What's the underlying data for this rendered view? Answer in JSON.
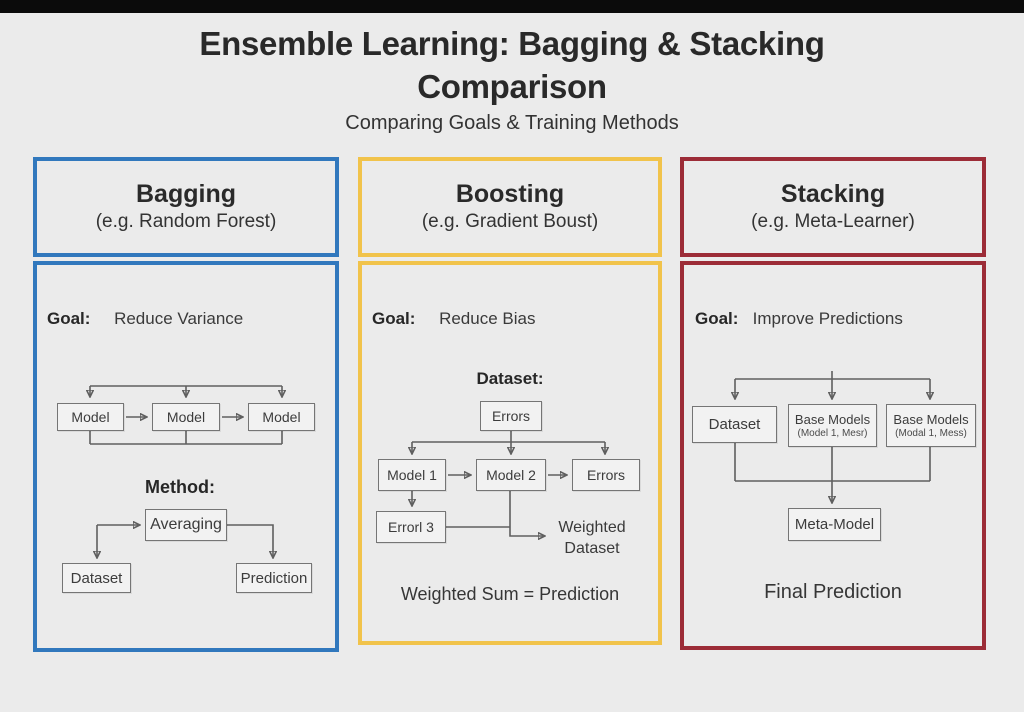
{
  "page": {
    "title_line1": "Ensemble Learning: Bagging & Stacking",
    "title_line2": "Comparison",
    "subtitle": "Comparing Goals & Training Methods"
  },
  "colors": {
    "background": "#ebebeb",
    "top_bar": "#0b0b0b",
    "bagging_border": "#3178bd",
    "boosting_border": "#f1c34b",
    "stacking_border": "#9c2c37",
    "connector_line": "#5f5f5f"
  },
  "panels": {
    "bagging": {
      "title": "Bagging",
      "example": "(e.g. Random Forest)",
      "goal_label": "Goal:",
      "goal_value": "Reduce Variance",
      "model1": "Model",
      "model2": "Model",
      "model3": "Model",
      "method_label": "Method:",
      "averaging": "Averaging",
      "dataset": "Dataset",
      "prediction": "Prediction"
    },
    "boosting": {
      "title": "Boosting",
      "example": "(e.g. Gradient Boust)",
      "goal_label": "Goal:",
      "goal_value": "Reduce Bias",
      "dataset_label": "Dataset:",
      "errors_top": "Errors",
      "row1": "Model 1",
      "row2": "Model 2",
      "row3": "Errors",
      "error3": "Errorl 3",
      "weighted_line1": "Weighted",
      "weighted_line2": "Dataset",
      "bottom_text": "Weighted Sum = Prediction"
    },
    "stacking": {
      "title": "Stacking",
      "example": "(e.g. Meta-Learner)",
      "goal_label": "Goal:",
      "goal_value": "Improve Predictions",
      "dataset": "Dataset",
      "base1_title": "Base Models",
      "base1_sub": "(Model 1, Mesr)",
      "base2_title": "Base Models",
      "base2_sub": "(Modal 1, Mess)",
      "meta_model": "Meta-Model",
      "bottom_text": "Final Prediction"
    }
  }
}
